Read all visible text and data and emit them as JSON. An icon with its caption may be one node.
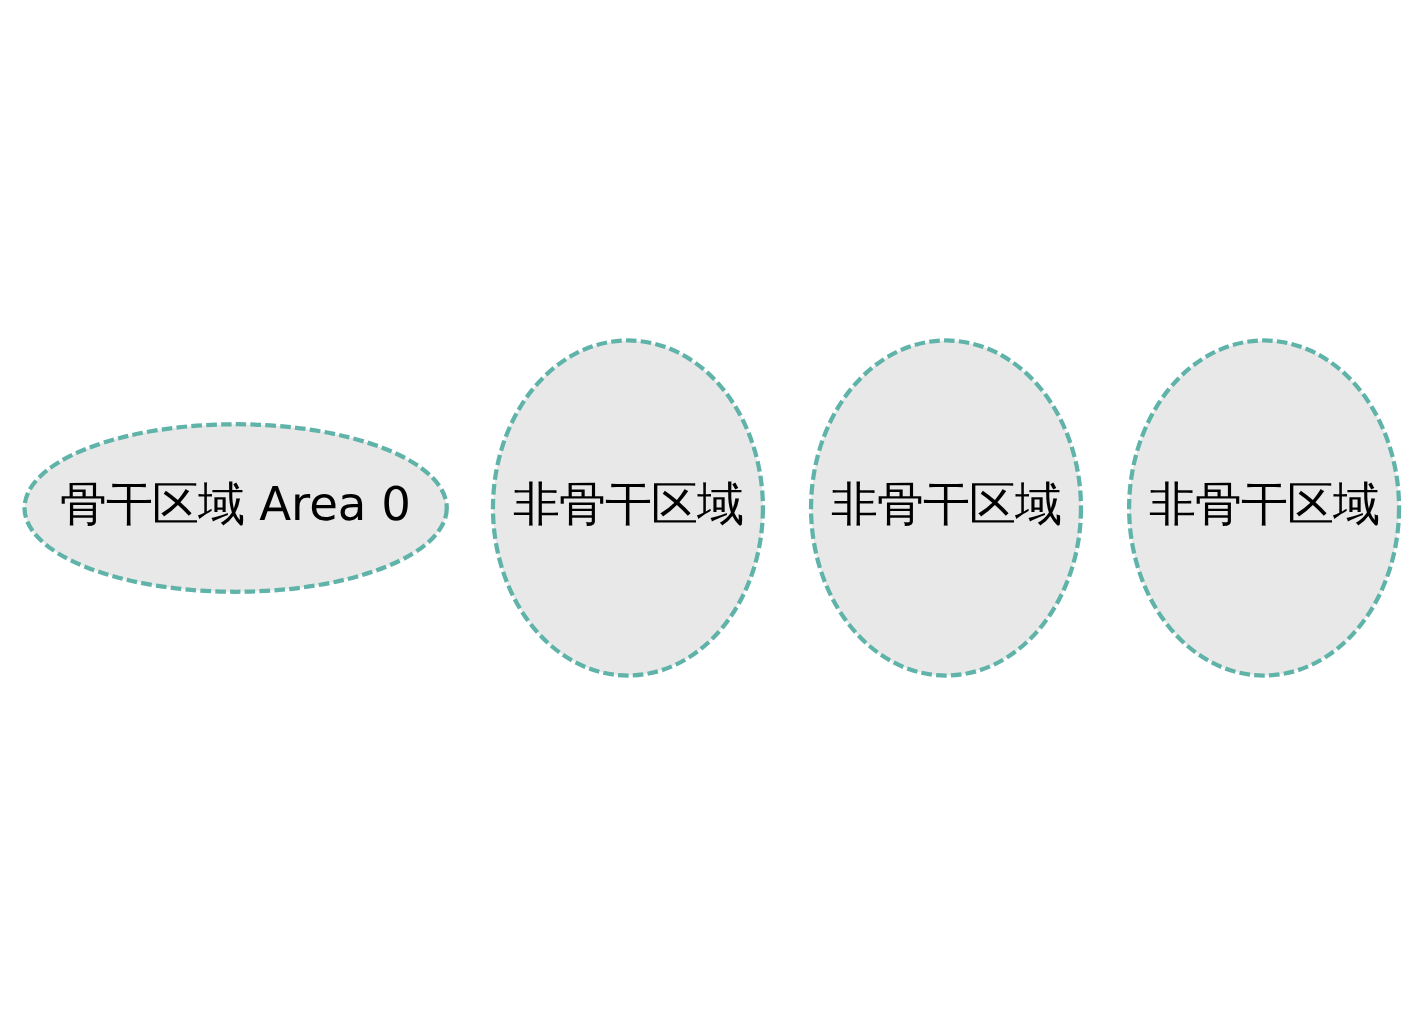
{
  "diagram": {
    "nodes": [
      {
        "text": [
          "骨干区域 Area 0"
        ]
      },
      {
        "text": [
          "非骨干区域"
        ]
      },
      {
        "text": [
          "非骨干区域"
        ]
      },
      {
        "text": [
          "非骨干区域"
        ]
      }
    ]
  }
}
